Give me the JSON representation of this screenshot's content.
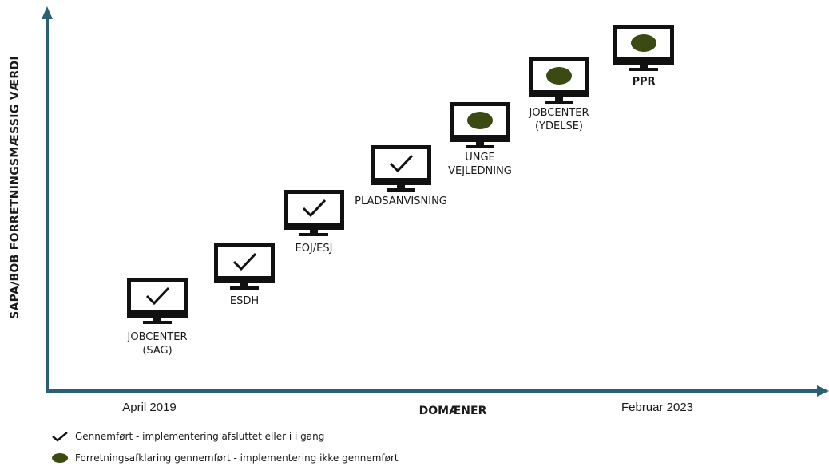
{
  "axis": {
    "y_label": "SAPA/BOB FORRETNINGSMÆSSIG VÆRDI",
    "x_label": "DOMÆNER",
    "start_label": "April 2019",
    "end_label": "Februar 2023"
  },
  "colors": {
    "axis": "#2b5f73",
    "monitor": "#111111",
    "dot": "#3b4a12"
  },
  "items": [
    {
      "lines": [
        "JOBCENTER",
        "(SAG)"
      ],
      "status": "check",
      "bold": false
    },
    {
      "lines": [
        "ESDH"
      ],
      "status": "check",
      "bold": false
    },
    {
      "lines": [
        "EOJ/ESJ"
      ],
      "status": "check",
      "bold": false
    },
    {
      "lines": [
        "PLADSANVISNING"
      ],
      "status": "check",
      "bold": false
    },
    {
      "lines": [
        "UNGE",
        "VEJLEDNING"
      ],
      "status": "dot",
      "bold": false
    },
    {
      "lines": [
        "JOBCENTER",
        "(YDELSE)"
      ],
      "status": "dot",
      "bold": false
    },
    {
      "lines": [
        "PPR"
      ],
      "status": "dot",
      "bold": true
    }
  ],
  "legend": {
    "check_text": "Gennemført - implementering afsluttet eller i  i gang",
    "dot_text": "Forretningsafklaring gennemført - implementering ikke gennemført",
    "check_icon": "checkmark-icon",
    "dot_icon": "green-dot-icon"
  }
}
